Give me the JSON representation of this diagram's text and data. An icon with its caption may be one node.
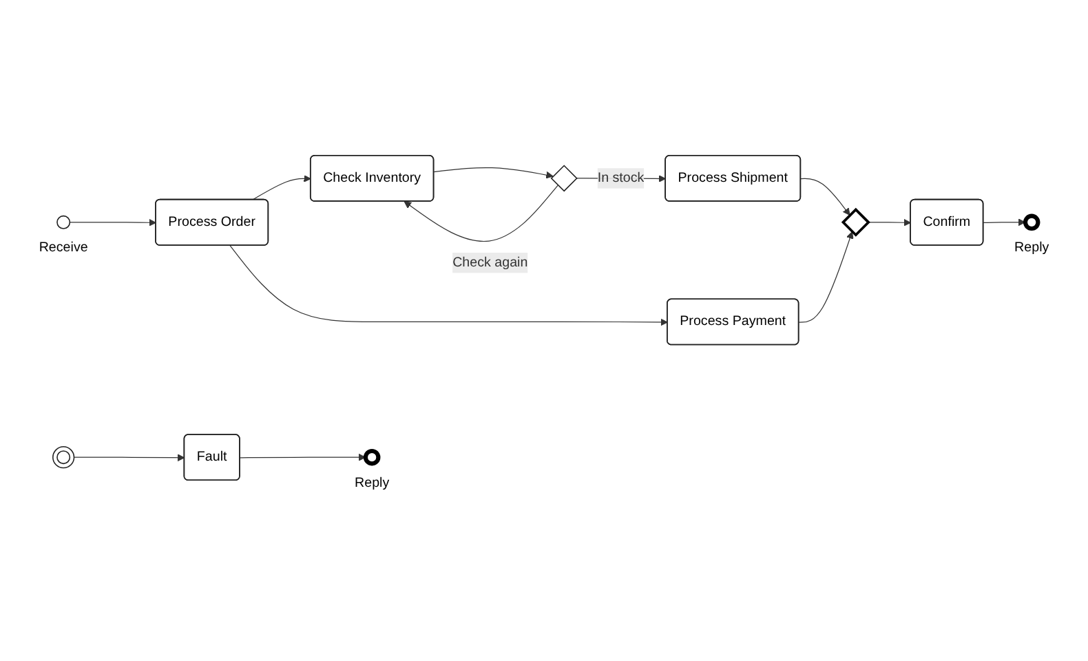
{
  "diagram": {
    "nodes": [
      {
        "text": [],
        "shape": "circle",
        "beside": [
          "Receive"
        ]
      },
      {
        "text": [
          "Process Order"
        ]
      },
      {
        "text": [
          "Check Inventory"
        ]
      },
      {
        "text": [],
        "shape": "diamond"
      },
      {
        "text": [
          "Process Shipment"
        ]
      },
      {
        "text": [],
        "shape": "diamond"
      },
      {
        "text": [
          "Confirm"
        ]
      },
      {
        "text": [],
        "shape": "circle",
        "beside": [
          "Reply"
        ]
      },
      {
        "text": [
          "Process Payment"
        ]
      },
      {
        "text": [],
        "shape": "circle"
      },
      {
        "text": [
          "Fault"
        ]
      },
      {
        "text": [],
        "shape": "circle",
        "beside": [
          "Reply"
        ]
      }
    ],
    "edges": [
      {
        "from": 0,
        "to": 1,
        "arrow": "to"
      },
      {
        "from": 1,
        "to": 2,
        "arrow": "to"
      },
      {
        "from": 1,
        "to": 8,
        "arrow": "to"
      },
      {
        "from": 2,
        "to": 3,
        "arrow": "to"
      },
      {
        "from": 3,
        "to": 4,
        "label": "In stock",
        "arrow": "to"
      },
      {
        "from": 3,
        "to": 2,
        "label": "Check again",
        "arrow": "to"
      },
      {
        "from": 4,
        "to": 5,
        "arrow": "to"
      },
      {
        "from": 8,
        "to": 5,
        "arrow": "to"
      },
      {
        "from": 5,
        "to": 6,
        "arrow": "to"
      },
      {
        "from": 6,
        "to": 7,
        "arrow": "to"
      },
      {
        "from": 9,
        "to": 10,
        "arrow": "to"
      },
      {
        "from": 10,
        "to": 11,
        "arrow": "to"
      }
    ]
  }
}
